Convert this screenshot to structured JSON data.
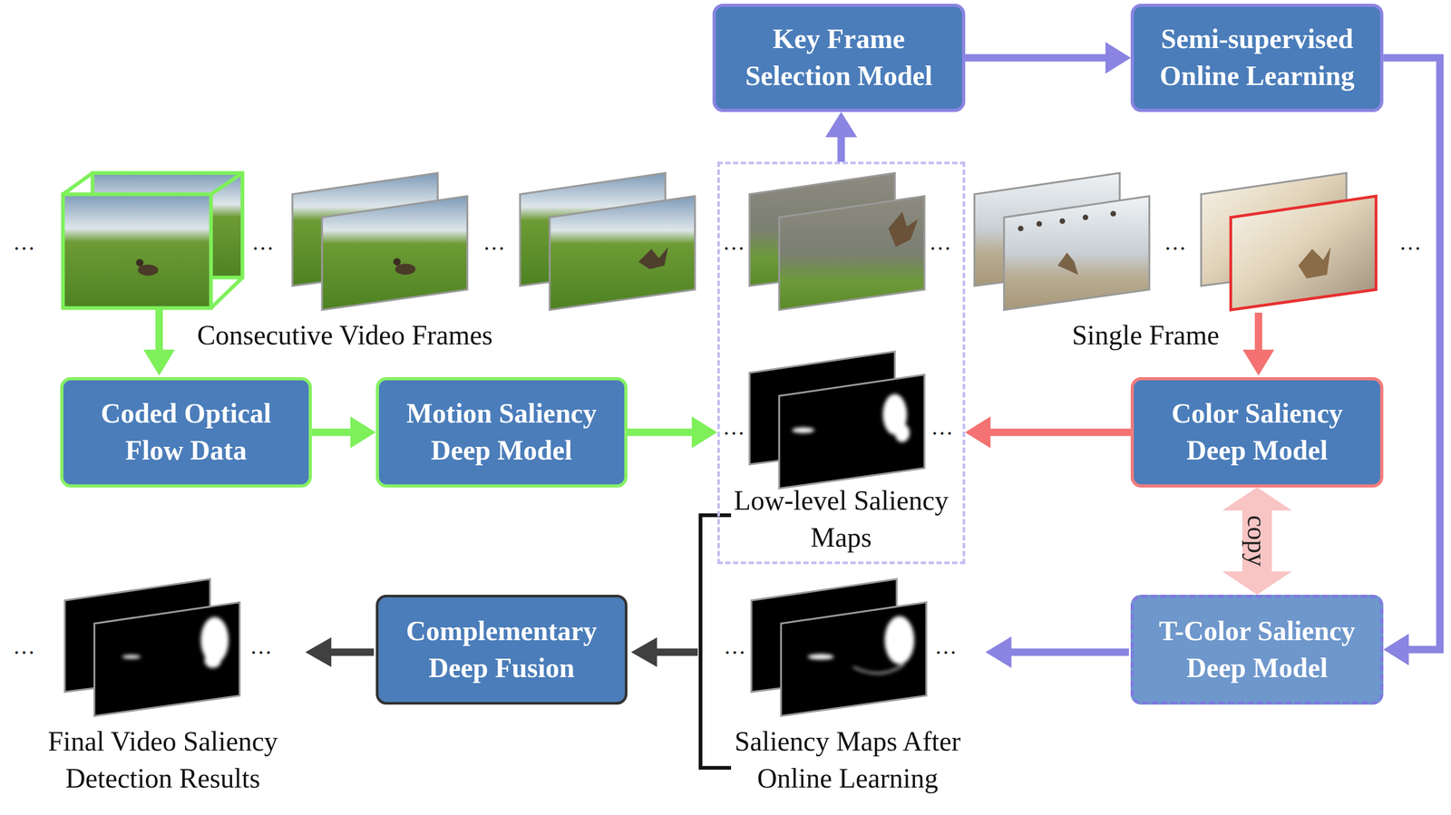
{
  "diagram": {
    "nodes": [
      {
        "text": [
          "Key Frame Selection Model"
        ]
      },
      {
        "text": [
          "Semi-supervised Online Learning"
        ]
      },
      {
        "text": [
          "Low-level Saliency Maps"
        ]
      },
      {
        "text": [
          "Coded Optical Flow Data"
        ]
      },
      {
        "text": [
          "Motion Saliency Deep Model"
        ]
      },
      {
        "text": [
          "Color Saliency Deep Model"
        ]
      },
      {
        "text": [
          "T-Color Saliency Deep Model"
        ]
      },
      {
        "text": [
          "Complementary Deep Fusion"
        ]
      }
    ],
    "edges": [
      {
        "from": 2,
        "to": 0,
        "arrow": "to"
      },
      {
        "from": 0,
        "to": 1,
        "arrow": "to"
      },
      {
        "from": 1,
        "to": 6,
        "arrow": "to"
      },
      {
        "from": 3,
        "to": 4,
        "arrow": "to"
      },
      {
        "from": 4,
        "to": 2,
        "arrow": "to"
      },
      {
        "from": 5,
        "to": 2,
        "arrow": "to"
      },
      {
        "from": 5,
        "to": 6,
        "label": "copy",
        "arrow": "both"
      }
    ],
    "labels": [
      "…",
      "…",
      "…",
      "…",
      "…",
      "…",
      "…",
      "Consecutive Video Frames",
      "Single Frame",
      "…",
      "…",
      "…",
      "…",
      "…",
      "…",
      "Saliency Maps After Online Learning",
      "Final Video Saliency Detection Results"
    ]
  }
}
